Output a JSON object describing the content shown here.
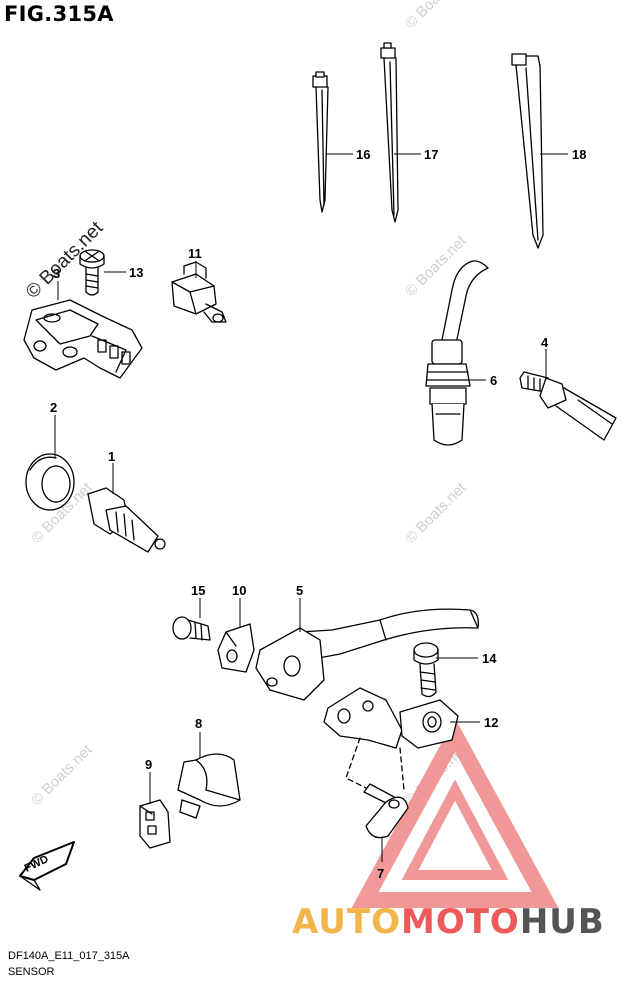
{
  "header": {
    "figure": "FIG.315A"
  },
  "footer": {
    "model_code": "DF140A_E11_017_315A",
    "section": "SENSOR"
  },
  "watermark": {
    "text": "© Boats.net"
  },
  "fwd_label": "FWD",
  "brand": {
    "part1": "AUTO",
    "part2": "MOTO",
    "part3": "HUB"
  },
  "callouts": [
    "1",
    "2",
    "3",
    "4",
    "5",
    "6",
    "7",
    "8",
    "9",
    "10",
    "11",
    "12",
    "13",
    "14",
    "15",
    "16",
    "17",
    "18"
  ],
  "colors": {
    "brand_yellow": "#f2b54a",
    "brand_red": "#ee5a5a",
    "brand_gray": "#555555"
  }
}
